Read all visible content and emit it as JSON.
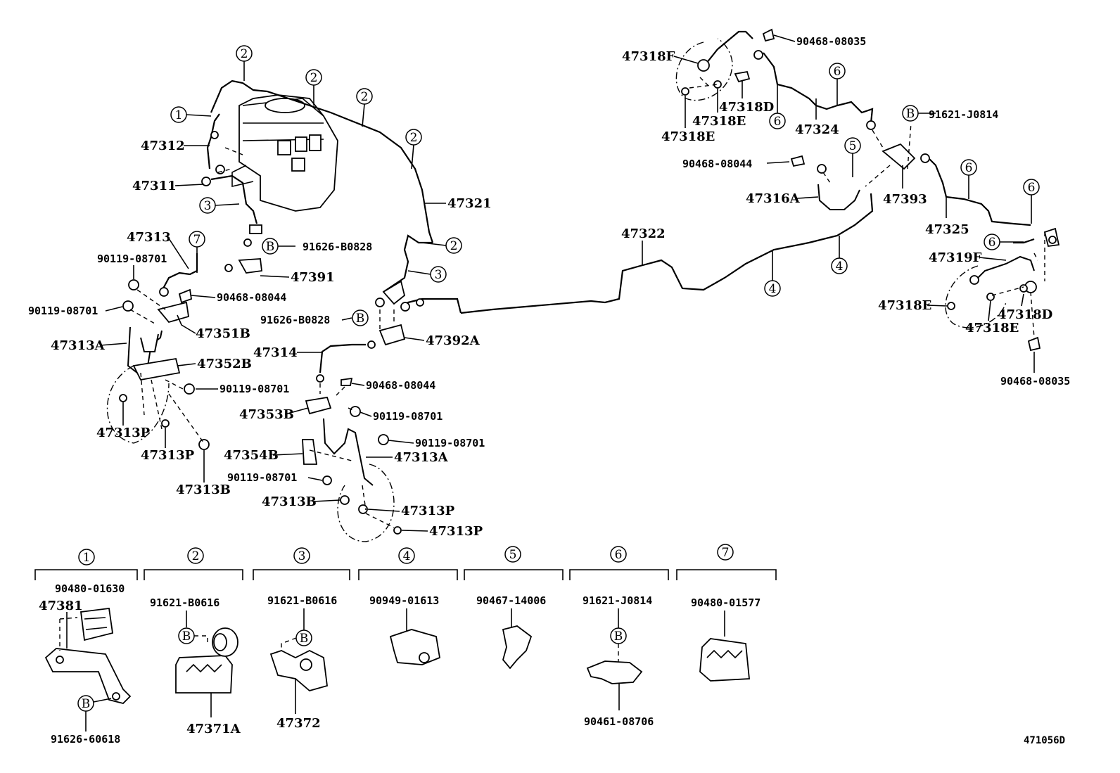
{
  "diagram_code": "471056D",
  "callouts": {
    "one": "1",
    "two": "2",
    "three": "3",
    "four": "4",
    "five": "5",
    "six": "6",
    "seven": "7",
    "b": "B"
  },
  "parts": {
    "p47312": "47312",
    "p47311": "47311",
    "p47313": "47313",
    "p90119_a": "90119-08701",
    "p90119_b": "90119-08701",
    "p90119_c": "90119-08701",
    "p90119_d": "90119-08701",
    "p90119_e": "90119-08701",
    "p90119_f": "90119-08701",
    "p90468_08044_a": "90468-08044",
    "p90468_08044_b": "90468-08044",
    "p90468_08044_c": "90468-08044",
    "p47351B": "47351B",
    "p47313A_a": "47313A",
    "p47313A_b": "47313A",
    "p47352B": "47352B",
    "p47313P_a": "47313P",
    "p47313P_b": "47313P",
    "p47313P_c": "47313P",
    "p47313P_d": "47313P",
    "p47313B_a": "47313B",
    "p47313B_b": "47313B",
    "p91626_B0828_a": "91626-B0828",
    "p91626_B0828_b": "91626-B0828",
    "p47391": "47391",
    "p47321": "47321",
    "p47392A": "47392A",
    "p47314": "47314",
    "p47353B": "47353B",
    "p47354B": "47354B",
    "p47322": "47322",
    "p47318F": "47318F",
    "p90468_08035_a": "90468-08035",
    "p90468_08035_b": "90468-08035",
    "p47318D_a": "47318D",
    "p47318D_b": "47318D",
    "p47318E_a": "47318E",
    "p47318E_b": "47318E",
    "p47318E_c": "47318E",
    "p47318E_d": "47318E",
    "p47324": "47324",
    "p91621_J0814_a": "91621-J0814",
    "p47316A": "47316A",
    "p47393": "47393",
    "p47325": "47325",
    "p47319F": "47319F"
  },
  "legend": {
    "g1": {
      "a": "90480-01630",
      "b": "47381",
      "c": "91626-60618"
    },
    "g2": {
      "a": "91621-B0616",
      "b": "47371A"
    },
    "g3": {
      "a": "91621-B0616",
      "b": "47372"
    },
    "g4": {
      "a": "90949-01613"
    },
    "g5": {
      "a": "90467-14006"
    },
    "g6": {
      "a": "91621-J0814",
      "b": "90461-08706"
    },
    "g7": {
      "a": "90480-01577"
    }
  }
}
